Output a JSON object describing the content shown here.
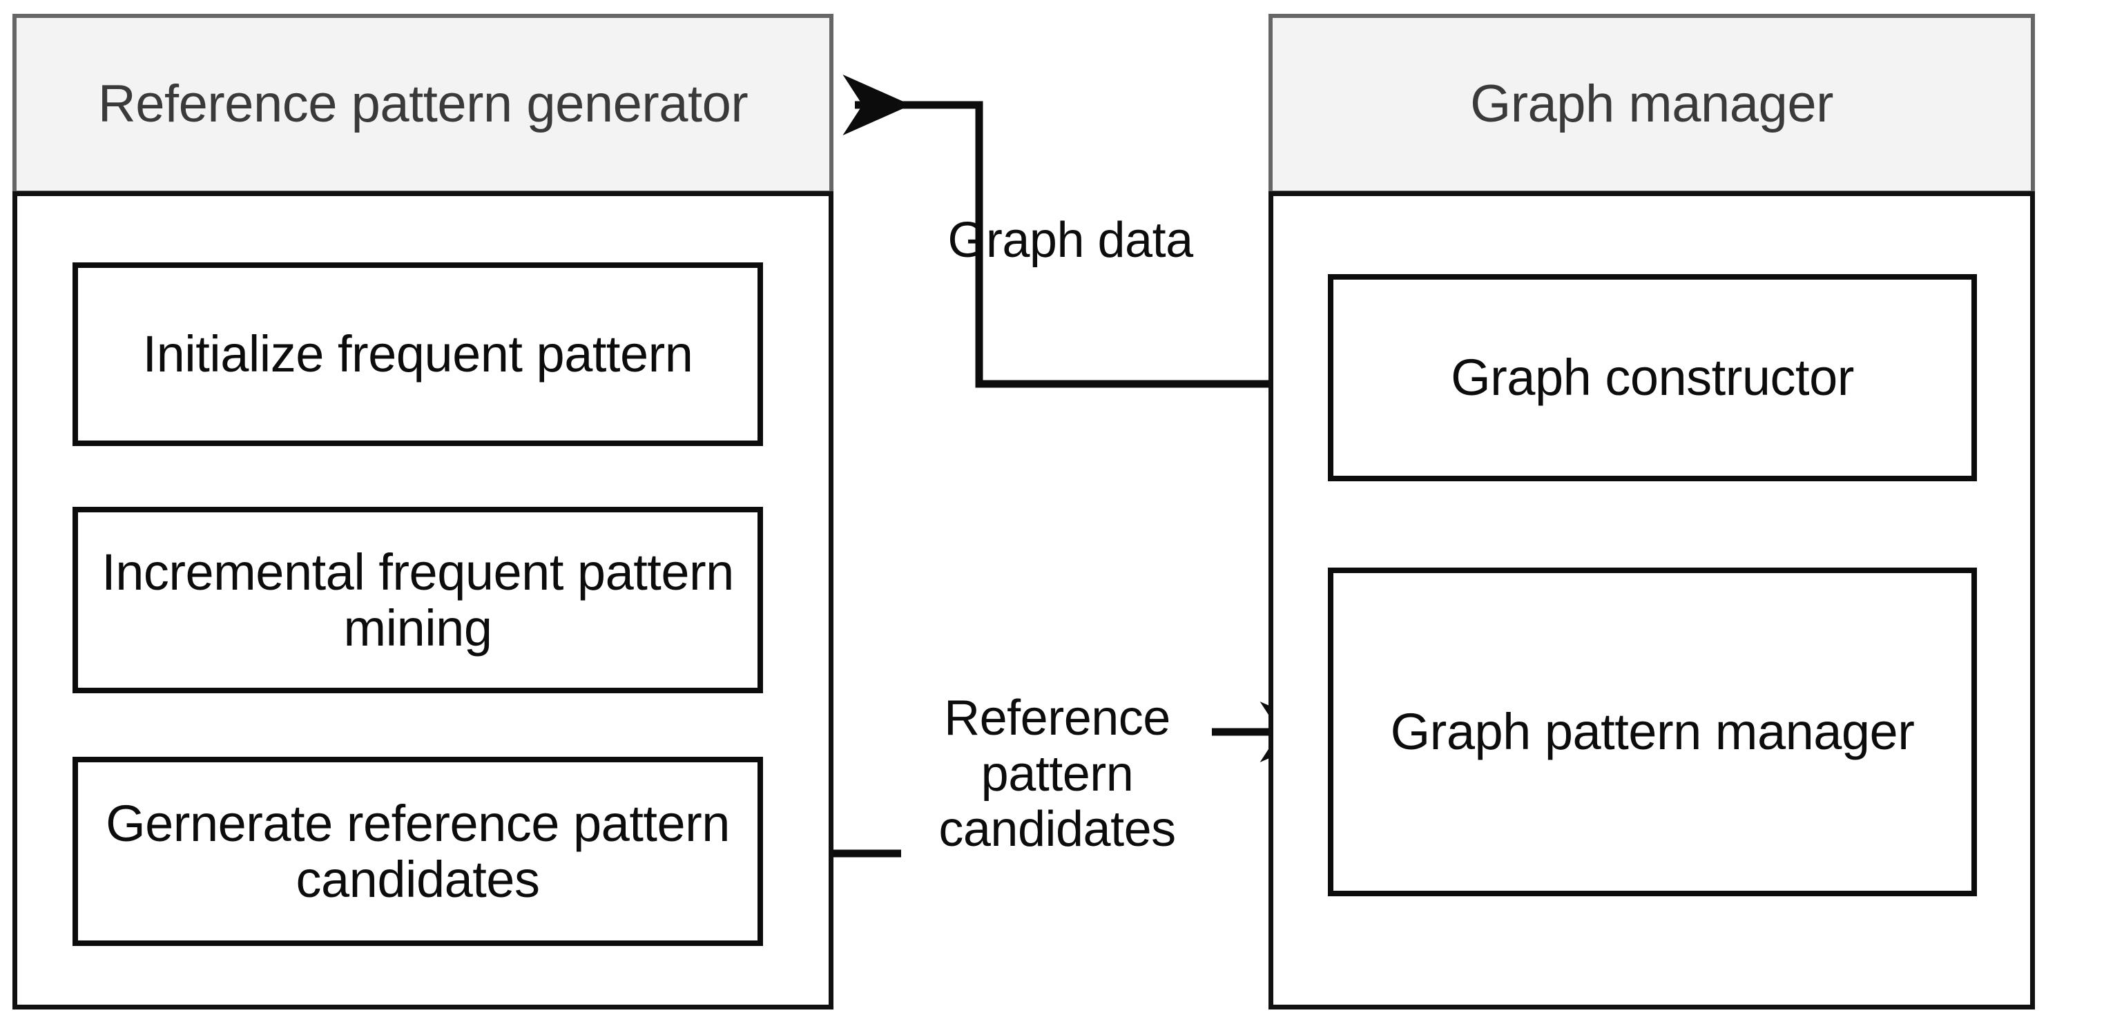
{
  "diagram": {
    "title_text_color": "#0c0c0c",
    "panel_header_fill": "#f3f3f3",
    "panel_header_border": "#666666",
    "panel_body_border": "#111111",
    "node_border": "#0c0c0c",
    "connector_color": "#0c0c0c",
    "background": "#ffffff"
  },
  "left_panel": {
    "header": "Reference pattern generator",
    "nodes": [
      {
        "label": "Initialize frequent pattern"
      },
      {
        "label": "Incremental frequent pattern mining"
      },
      {
        "label": "Gernerate reference pattern candidates"
      }
    ]
  },
  "right_panel": {
    "header": "Graph manager",
    "nodes": [
      {
        "label": "Graph constructor"
      },
      {
        "label": "Graph pattern manager"
      }
    ]
  },
  "edges": [
    {
      "label": "Graph data",
      "from": "Graph constructor",
      "to": "Reference pattern generator"
    },
    {
      "label": "Reference pattern candidates",
      "from": "Gernerate reference pattern candidates",
      "to": "Graph pattern manager"
    }
  ]
}
